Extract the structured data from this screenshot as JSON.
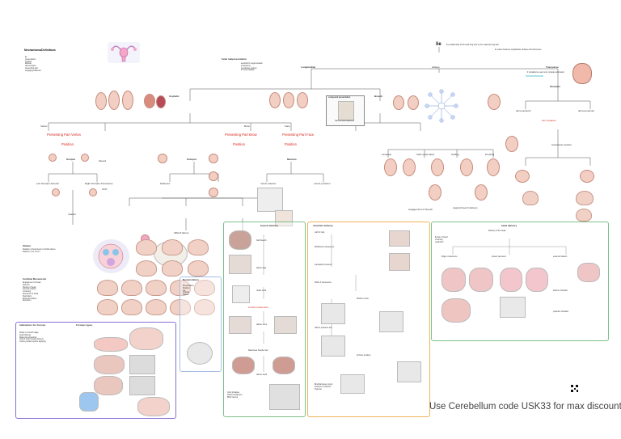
{
  "notes": {
    "terms_title": "Mechanisms/Definitions",
    "terms": [
      "lie",
      "presentation",
      "position",
      "attitude",
      "denominator",
      "presenting part",
      "engaging diameter"
    ]
  },
  "top": {
    "lie_label": "lie",
    "lie_note": "the relationship of the fetal long axis to the maternal long axis",
    "lie_note2": "lie varies between longitudinal, oblique and transverse",
    "longitudinal": "Longitudinal",
    "oblique": "oblique",
    "transverse": "Transverse",
    "transverse_note": "if unstable lie near term consider admission",
    "malpresentation": "Fetal malpresentation",
    "malpresentation_items": [
      "avoid ECV, augmentation",
      "amniotomy",
      "membrane rupture",
      "& cord prolapse"
    ]
  },
  "presentations": {
    "cephalic": "Cephalic",
    "breech": "Breech",
    "compound": "compound presentation",
    "compound_note": "hand & head delivered",
    "shoulder": "Shoulder"
  },
  "cephalic": {
    "vertex": "Vertex",
    "brow": "Brow",
    "face": "Face",
    "presenting_part_label": "Presenting Part",
    "vertex_pp": "Vertex",
    "brow_pp": "Brow",
    "face_pp": "Face",
    "position_label": "Position",
    "occiput": "Occiput",
    "mentum": "Mentum",
    "sinciput": "Sinciput",
    "ocp": "OCP",
    "left_occipito_anterior": "Left Occipito-Anterior",
    "right_occipito": "Right Occipito-Transverse",
    "rotation": "rotation",
    "flexed": "Flexed",
    "deflexed": "Deflexed",
    "mento_anterior": "mento anterior",
    "mento_posterior": "mento posterior",
    "difficult_labour": "difficult labour"
  },
  "breech": {
    "complete": "complete",
    "frank": "frank (extended)",
    "footling": "footling",
    "kneeling": "kneeling",
    "extended_note": "engagement of breech",
    "caesarean": "caesarean section",
    "vaginal": "vaginal breech delivery"
  },
  "shoulder": {
    "arm_prolapse": "arm prolapse",
    "dorso_anterior": "dorso-anterior",
    "dorso_posterior": "dorso-posterior",
    "caesarean_section": "Caesarean section"
  },
  "panels": {
    "station": {
      "title": "Station",
      "items": [
        "Relation of head level to ischial spines",
        "Stations -5 to +5 cm"
      ]
    },
    "cardinal": {
      "title": "Cardinal Movements",
      "items": [
        "Engagement of head",
        "Descent",
        "Flexion of head",
        "Internal rotation",
        "Crowning",
        "Extension of head",
        "Restitution",
        "External rotation",
        "Expulsion"
      ]
    },
    "forceps": {
      "title": "Indications for forceps",
      "subtitle": "Forceps types",
      "items": [
        "Delay in second stage",
        "Fetal distress",
        "Maternal exhaustion",
        "Trial of instrumental delivery",
        "Check position before applying"
      ]
    },
    "breech_delivery": {
      "title": "breech delivery",
      "subtitle": "Lovset manoeuvre",
      "step1": "hold breech",
      "step2": "deliver legs",
      "step3": "rotate trunk",
      "step4": "deliver arms",
      "step5": "Mauriceau Smellie Veit",
      "step6": "deliver head",
      "risks": [
        "Cord prolapse",
        "Head entrapment",
        "Birth trauma"
      ]
    },
    "shoulder_delivery": {
      "title": "shoulder delivery",
      "subtitle": "call for help",
      "step1": "McRoberts manoeuvre",
      "step2": "suprapubic pressure",
      "step3": "Rubin II manoeuvre",
      "step4": "Wood's screw",
      "step5": "deliver posterior arm",
      "step6": "all fours position",
      "risks": [
        "Brachial plexus injury",
        "Fracture of clavicle",
        "Hypoxia"
      ]
    },
    "head_delivery": {
      "title": "head delivery",
      "subtitle": "Delivery of the head",
      "step1": "Ritgen manoeuvre",
      "step2": "protect perineum",
      "step3": "external rotation",
      "step4": "anterior shoulder",
      "step5": "posterior shoulder",
      "items": [
        "flexion of head",
        "crowning",
        "restitution"
      ]
    },
    "nomenclature": {
      "title": "Nomenclature",
      "items": [
        "Presentation",
        "Position",
        "Lie",
        "Attitude",
        "Station"
      ]
    }
  },
  "footer": "Use Cerebellum code USK33 for max discount",
  "colors": {
    "accent_red": "#d9261c",
    "panel_purple": "#8a6fd6",
    "panel_green": "#7cc08c",
    "panel_orange": "#f0b35a",
    "tissue_pink": "#f1d1c6",
    "uterus_pink": "#f4a6c6"
  }
}
